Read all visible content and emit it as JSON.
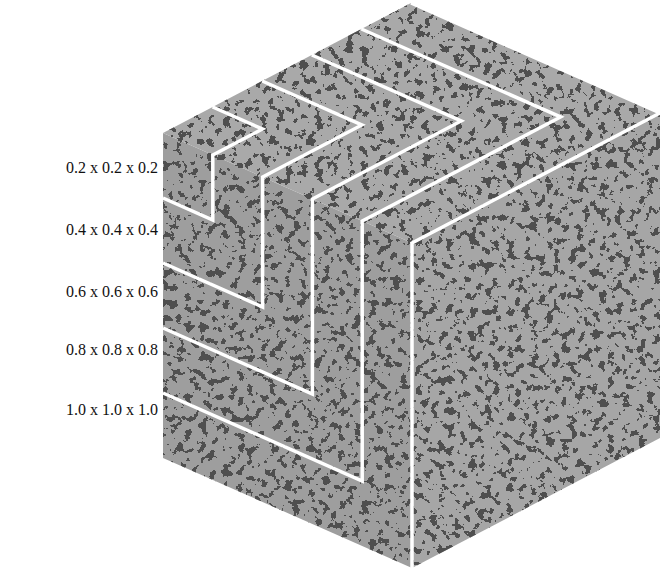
{
  "diagram": {
    "labels": [
      "0.2 x 0.2 x 0.2",
      "0.4 x 0.4 x 0.4",
      "0.6 x 0.6 x 0.6",
      "0.8 x 0.8 x 0.8",
      "1.0 x 1.0 x 1.0"
    ]
  }
}
